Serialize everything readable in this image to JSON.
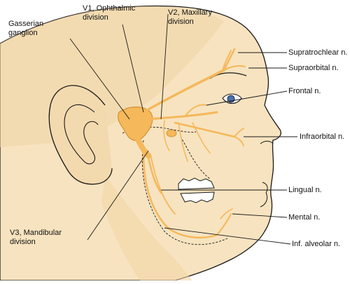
{
  "labels": {
    "v1": "V1, Ophthalmic\ndivision",
    "v2": "V2, Maxillary\ndivision",
    "gasserian": "Gasserian\nganglion",
    "v3": "V3, Mandibular\ndivision",
    "supratrochlear": "Supratrochlear n.",
    "supraorbital": "Supraorbital n.",
    "frontal": "Frontal n.",
    "infraorbital": "Infraorbital n.",
    "lingual": "Lingual n.",
    "mental": "Mental n.",
    "inf_alveolar": "Inf. alveolar n."
  },
  "colors": {
    "skin": "#f7e3bf",
    "skin_shadow": "#f2d3a0",
    "nerve": "#f5b85a",
    "nerve_outline": "#c88a2c",
    "outline": "#1a1a1a",
    "eye_iris": "#4a6fb3"
  }
}
